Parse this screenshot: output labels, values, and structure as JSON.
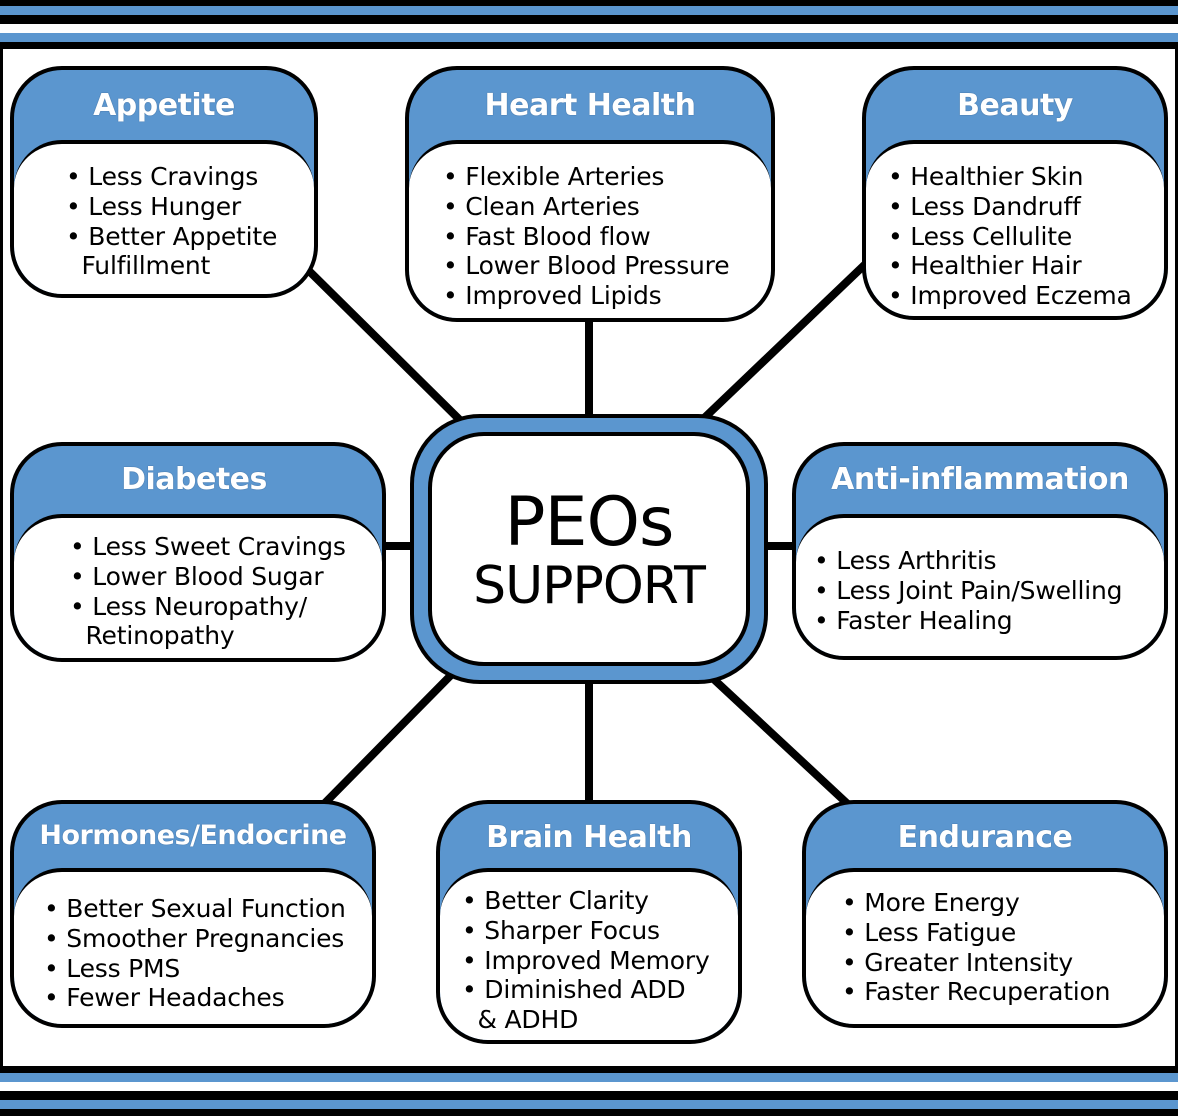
{
  "diagram": {
    "center": {
      "line1": "PEOs",
      "line2": "SUPPORT"
    },
    "colors": {
      "accent": "#5b96cf",
      "outline": "#000000",
      "background": "#ffffff"
    },
    "nodes": [
      {
        "id": "appetite",
        "title": "Appetite",
        "items": [
          "• Less Cravings",
          "• Less Hunger",
          "• Better Appetite",
          "  Fulfillment"
        ]
      },
      {
        "id": "heart-health",
        "title": "Heart Health",
        "items": [
          "• Flexible Arteries",
          "• Clean Arteries",
          "• Fast Blood flow",
          "• Lower Blood Pressure",
          "• Improved Lipids"
        ]
      },
      {
        "id": "beauty",
        "title": "Beauty",
        "items": [
          "• Healthier Skin",
          "• Less Dandruff",
          "• Less Cellulite",
          "• Healthier Hair",
          "• Improved Eczema"
        ]
      },
      {
        "id": "diabetes",
        "title": "Diabetes",
        "items": [
          "• Less Sweet Cravings",
          "• Lower Blood Sugar",
          "• Less Neuropathy/",
          "  Retinopathy"
        ]
      },
      {
        "id": "anti-inflammation",
        "title": "Anti-inflammation",
        "items": [
          "• Less Arthritis",
          "• Less Joint Pain/Swelling",
          "• Faster Healing"
        ]
      },
      {
        "id": "hormones-endocrine",
        "title": "Hormones/Endocrine",
        "items": [
          "• Better Sexual Function",
          "• Smoother Pregnancies",
          "• Less PMS",
          "• Fewer Headaches"
        ]
      },
      {
        "id": "brain-health",
        "title": "Brain Health",
        "items": [
          "• Better Clarity",
          "• Sharper Focus",
          "• Improved Memory",
          "• Diminished ADD",
          "  & ADHD"
        ]
      },
      {
        "id": "endurance",
        "title": "Endurance",
        "items": [
          "• More Energy",
          "• Less Fatigue",
          "• Greater Intensity",
          "• Faster Recuperation"
        ]
      }
    ]
  }
}
